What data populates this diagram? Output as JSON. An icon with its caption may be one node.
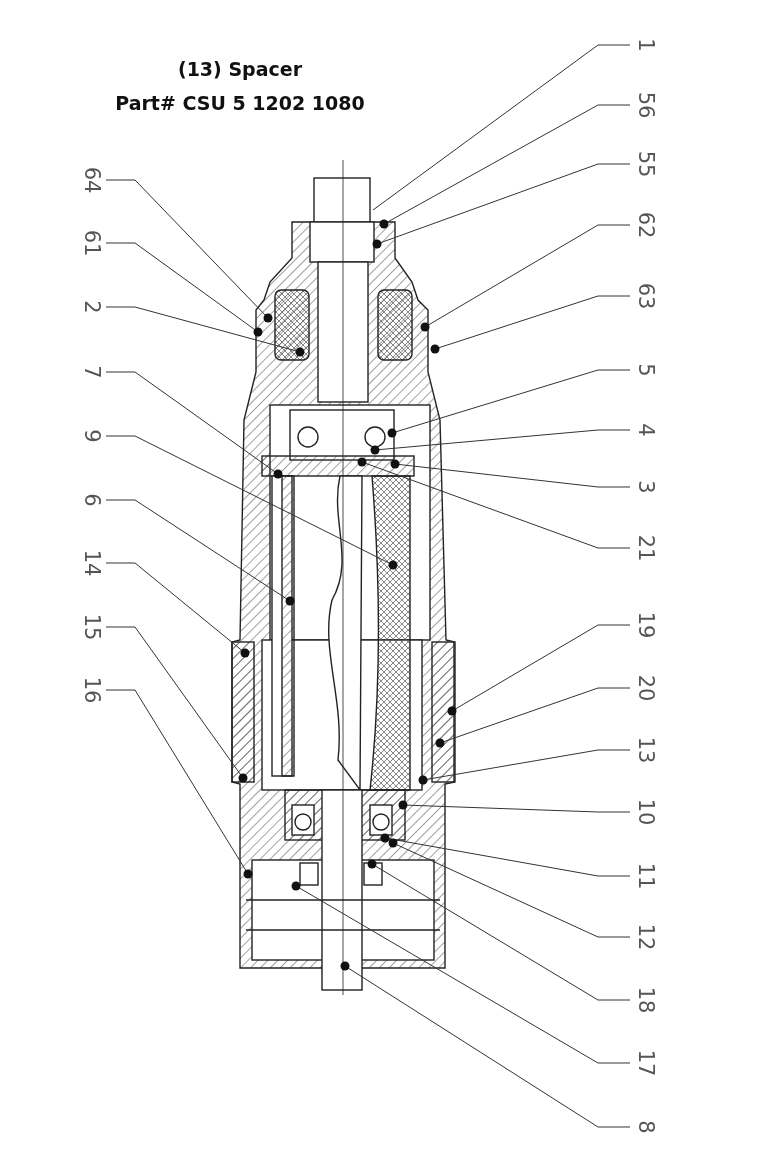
{
  "diagram": {
    "title": "(13) Spacer",
    "labels": [
      "Part# CSU 5 1202 1080"
    ],
    "nodes": [
      {
        "text": [
          "64"
        ]
      },
      {
        "text": [
          "61"
        ]
      },
      {
        "text": [
          "2"
        ]
      },
      {
        "text": [
          "7"
        ]
      },
      {
        "text": [
          "9"
        ]
      },
      {
        "text": [
          "6"
        ]
      },
      {
        "text": [
          "14"
        ]
      },
      {
        "text": [
          "15"
        ]
      },
      {
        "text": [
          "16"
        ]
      },
      {
        "text": [
          "1"
        ]
      },
      {
        "text": [
          "56"
        ]
      },
      {
        "text": [
          "55"
        ]
      },
      {
        "text": [
          "62"
        ]
      },
      {
        "text": [
          "63"
        ]
      },
      {
        "text": [
          "5"
        ]
      },
      {
        "text": [
          "4"
        ]
      },
      {
        "text": [
          "3"
        ]
      },
      {
        "text": [
          "21"
        ]
      },
      {
        "text": [
          "19"
        ]
      },
      {
        "text": [
          "20"
        ]
      },
      {
        "text": [
          "13"
        ]
      },
      {
        "text": [
          "10"
        ]
      },
      {
        "text": [
          "11"
        ]
      },
      {
        "text": [
          "12"
        ]
      },
      {
        "text": [
          "18"
        ]
      },
      {
        "text": [
          "17"
        ]
      },
      {
        "text": [
          "8"
        ]
      }
    ],
    "edges": [
      {
        "from": 0,
        "to": null,
        "arrow": "other"
      },
      {
        "from": 1,
        "to": null,
        "arrow": "other"
      },
      {
        "from": 2,
        "to": null,
        "arrow": "other"
      },
      {
        "from": 3,
        "to": null,
        "arrow": "other"
      },
      {
        "from": 4,
        "to": null,
        "arrow": "other"
      },
      {
        "from": 5,
        "to": null,
        "arrow": "other"
      },
      {
        "from": 6,
        "to": null,
        "arrow": "other"
      },
      {
        "from": 7,
        "to": null,
        "arrow": "other"
      },
      {
        "from": 8,
        "to": null,
        "arrow": "other"
      },
      {
        "from": 9,
        "to": null,
        "arrow": "none"
      },
      {
        "from": 10,
        "to": null,
        "arrow": "other"
      },
      {
        "from": 11,
        "to": null,
        "arrow": "other"
      },
      {
        "from": 12,
        "to": null,
        "arrow": "other"
      },
      {
        "from": 13,
        "to": null,
        "arrow": "other"
      },
      {
        "from": 14,
        "to": null,
        "arrow": "other"
      },
      {
        "from": 15,
        "to": null,
        "arrow": "other"
      },
      {
        "from": 16,
        "to": null,
        "arrow": "other"
      },
      {
        "from": 17,
        "to": null,
        "arrow": "other"
      },
      {
        "from": 18,
        "to": null,
        "arrow": "other"
      },
      {
        "from": 19,
        "to": null,
        "arrow": "other"
      },
      {
        "from": 20,
        "to": null,
        "arrow": "other"
      },
      {
        "from": 21,
        "to": null,
        "arrow": "other"
      },
      {
        "from": 22,
        "to": null,
        "arrow": "other"
      },
      {
        "from": 23,
        "to": null,
        "arrow": "other"
      },
      {
        "from": 24,
        "to": null,
        "arrow": "other"
      },
      {
        "from": 25,
        "to": null,
        "arrow": "other"
      },
      {
        "from": 26,
        "to": null,
        "arrow": "other"
      }
    ]
  }
}
